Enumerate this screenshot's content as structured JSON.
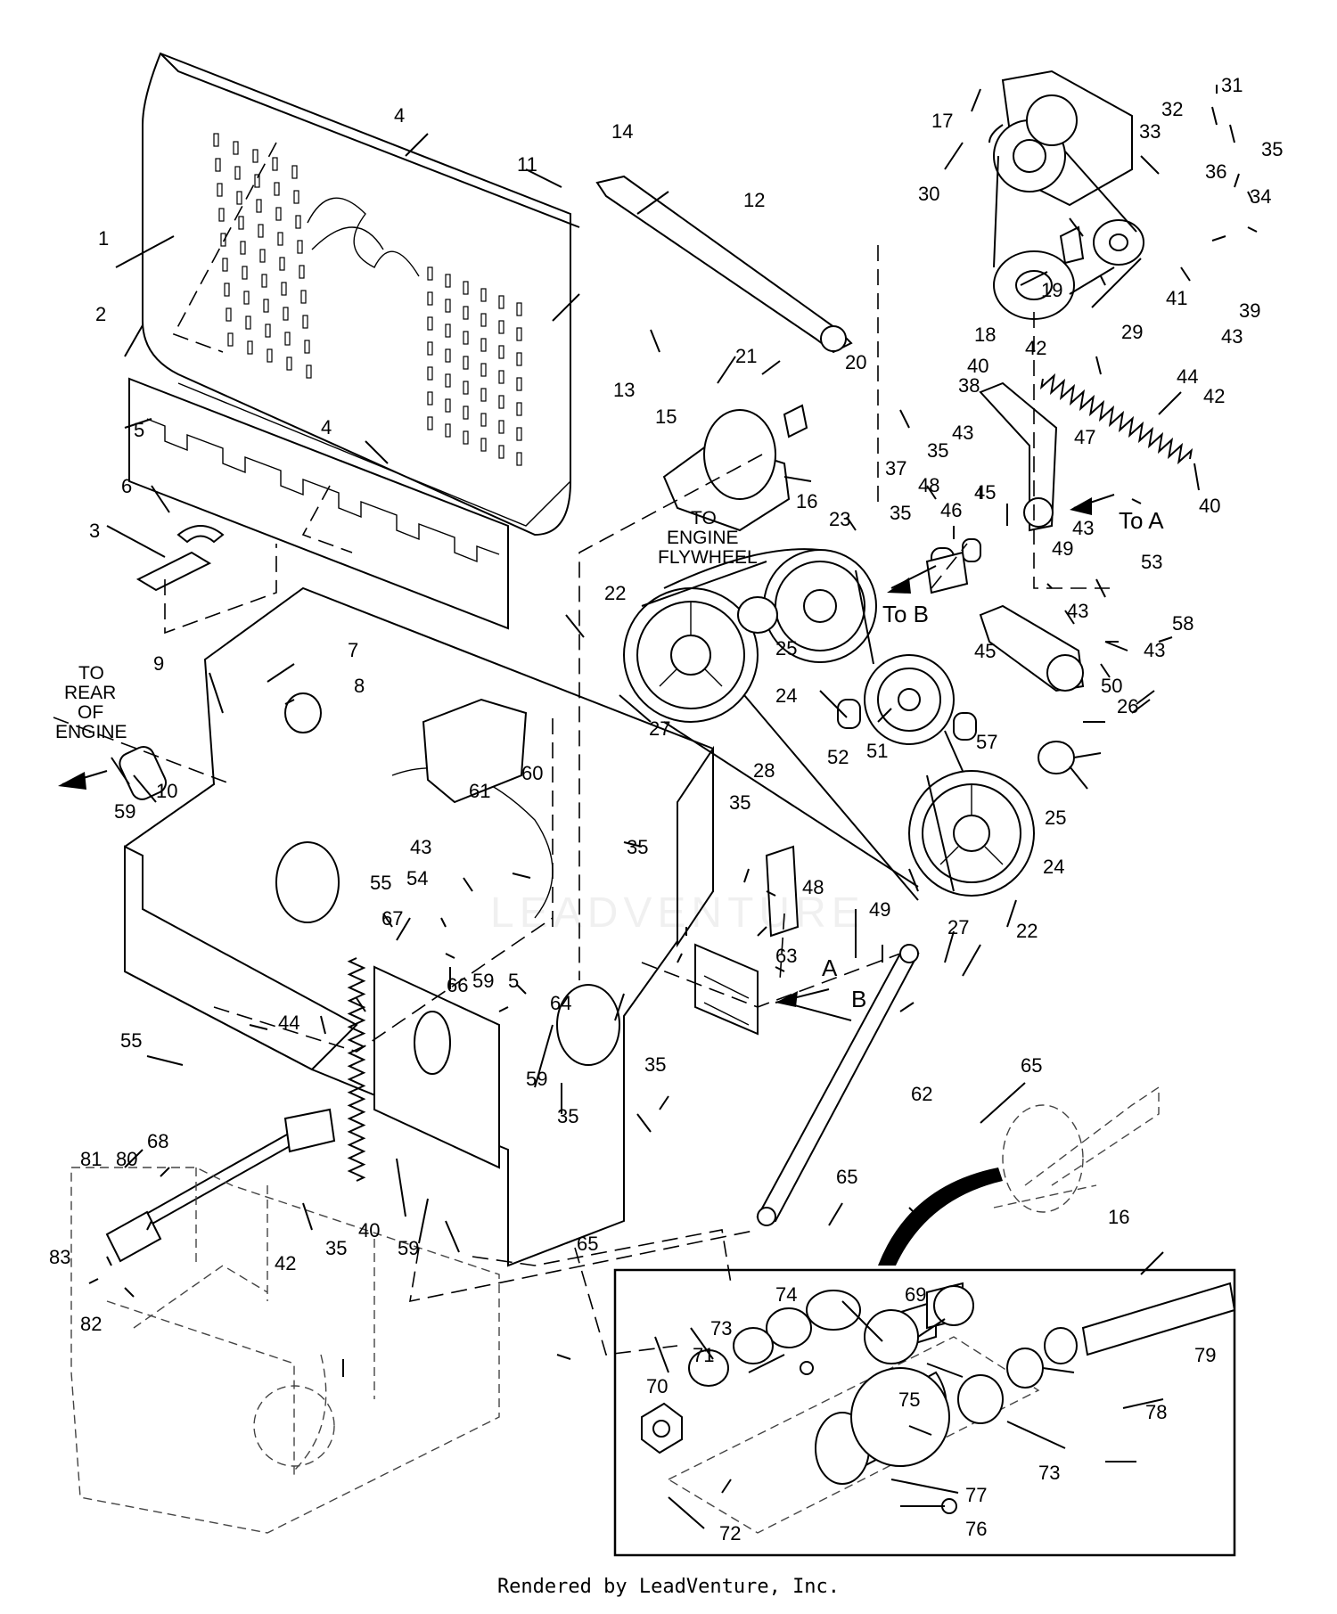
{
  "callouts": [
    {
      "id": "c1",
      "text": "1"
    },
    {
      "id": "c2",
      "text": "2"
    },
    {
      "id": "c3",
      "text": "3"
    },
    {
      "id": "c4a",
      "text": "4"
    },
    {
      "id": "c4b",
      "text": "4"
    },
    {
      "id": "c5a",
      "text": "5"
    },
    {
      "id": "c5b",
      "text": "5"
    },
    {
      "id": "c6",
      "text": "6"
    },
    {
      "id": "c7",
      "text": "7"
    },
    {
      "id": "c8",
      "text": "8"
    },
    {
      "id": "c9",
      "text": "9"
    },
    {
      "id": "c10",
      "text": "10"
    },
    {
      "id": "c11",
      "text": "11"
    },
    {
      "id": "c12",
      "text": "12"
    },
    {
      "id": "c13",
      "text": "13"
    },
    {
      "id": "c14",
      "text": "14"
    },
    {
      "id": "c15",
      "text": "15"
    },
    {
      "id": "c16a",
      "text": "16"
    },
    {
      "id": "c16b",
      "text": "16"
    },
    {
      "id": "c17",
      "text": "17"
    },
    {
      "id": "c18",
      "text": "18"
    },
    {
      "id": "c19",
      "text": "19"
    },
    {
      "id": "c20",
      "text": "20"
    },
    {
      "id": "c21",
      "text": "21"
    },
    {
      "id": "c22a",
      "text": "22"
    },
    {
      "id": "c22b",
      "text": "22"
    },
    {
      "id": "c23",
      "text": "23"
    },
    {
      "id": "c24a",
      "text": "24"
    },
    {
      "id": "c24b",
      "text": "24"
    },
    {
      "id": "c25a",
      "text": "25"
    },
    {
      "id": "c25b",
      "text": "25"
    },
    {
      "id": "c26",
      "text": "26"
    },
    {
      "id": "c27a",
      "text": "27"
    },
    {
      "id": "c27b",
      "text": "27"
    },
    {
      "id": "c28",
      "text": "28"
    },
    {
      "id": "c29",
      "text": "29"
    },
    {
      "id": "c30",
      "text": "30"
    },
    {
      "id": "c31",
      "text": "31"
    },
    {
      "id": "c32",
      "text": "32"
    },
    {
      "id": "c33",
      "text": "33"
    },
    {
      "id": "c34",
      "text": "34"
    },
    {
      "id": "c35a",
      "text": "35"
    },
    {
      "id": "c35b",
      "text": "35"
    },
    {
      "id": "c35c",
      "text": "35"
    },
    {
      "id": "c35d",
      "text": "35"
    },
    {
      "id": "c35e",
      "text": "35"
    },
    {
      "id": "c35f",
      "text": "35"
    },
    {
      "id": "c35g",
      "text": "35"
    },
    {
      "id": "c35h",
      "text": "35"
    },
    {
      "id": "c36",
      "text": "36"
    },
    {
      "id": "c37",
      "text": "37"
    },
    {
      "id": "c38",
      "text": "38"
    },
    {
      "id": "c39",
      "text": "39"
    },
    {
      "id": "c40a",
      "text": "40"
    },
    {
      "id": "c40b",
      "text": "40"
    },
    {
      "id": "c40c",
      "text": "40"
    },
    {
      "id": "c41",
      "text": "41"
    },
    {
      "id": "c42a",
      "text": "42"
    },
    {
      "id": "c42b",
      "text": "42"
    },
    {
      "id": "c42c",
      "text": "42"
    },
    {
      "id": "c43a",
      "text": "43"
    },
    {
      "id": "c43b",
      "text": "43"
    },
    {
      "id": "c43c",
      "text": "43"
    },
    {
      "id": "c43d",
      "text": "43"
    },
    {
      "id": "c43e",
      "text": "43"
    },
    {
      "id": "c43f",
      "text": "43"
    },
    {
      "id": "c44a",
      "text": "44"
    },
    {
      "id": "c44b",
      "text": "44"
    },
    {
      "id": "c45a",
      "text": "45"
    },
    {
      "id": "c45b",
      "text": "45"
    },
    {
      "id": "c46",
      "text": "46"
    },
    {
      "id": "c47",
      "text": "47"
    },
    {
      "id": "c48a",
      "text": "48"
    },
    {
      "id": "c48b",
      "text": "48"
    },
    {
      "id": "c49a",
      "text": "49"
    },
    {
      "id": "c49b",
      "text": "49"
    },
    {
      "id": "c50",
      "text": "50"
    },
    {
      "id": "c51",
      "text": "51"
    },
    {
      "id": "c52",
      "text": "52"
    },
    {
      "id": "c53",
      "text": "53"
    },
    {
      "id": "c54",
      "text": "54"
    },
    {
      "id": "c55a",
      "text": "55"
    },
    {
      "id": "c55b",
      "text": "55"
    },
    {
      "id": "c57",
      "text": "57"
    },
    {
      "id": "c58",
      "text": "58"
    },
    {
      "id": "c59a",
      "text": "59"
    },
    {
      "id": "c59b",
      "text": "59"
    },
    {
      "id": "c59c",
      "text": "59"
    },
    {
      "id": "c59d",
      "text": "59"
    },
    {
      "id": "c60",
      "text": "60"
    },
    {
      "id": "c61",
      "text": "61"
    },
    {
      "id": "c62",
      "text": "62"
    },
    {
      "id": "c63",
      "text": "63"
    },
    {
      "id": "c64",
      "text": "64"
    },
    {
      "id": "c65a",
      "text": "65"
    },
    {
      "id": "c65b",
      "text": "65"
    },
    {
      "id": "c65c",
      "text": "65"
    },
    {
      "id": "c66",
      "text": "66"
    },
    {
      "id": "c67",
      "text": "67"
    },
    {
      "id": "c68",
      "text": "68"
    },
    {
      "id": "c69",
      "text": "69"
    },
    {
      "id": "c70",
      "text": "70"
    },
    {
      "id": "c71",
      "text": "71"
    },
    {
      "id": "c72",
      "text": "72"
    },
    {
      "id": "c73a",
      "text": "73"
    },
    {
      "id": "c73b",
      "text": "73"
    },
    {
      "id": "c74",
      "text": "74"
    },
    {
      "id": "c75",
      "text": "75"
    },
    {
      "id": "c76",
      "text": "76"
    },
    {
      "id": "c77",
      "text": "77"
    },
    {
      "id": "c78",
      "text": "78"
    },
    {
      "id": "c79",
      "text": "79"
    },
    {
      "id": "c80",
      "text": "80"
    },
    {
      "id": "c81",
      "text": "81"
    },
    {
      "id": "c82",
      "text": "82"
    },
    {
      "id": "c83",
      "text": "83"
    }
  ],
  "notes": {
    "to_engine_flywheel": [
      "TO",
      "ENGINE",
      "FLYWHEEL"
    ],
    "to_rear_of_engine": [
      "TO",
      "REAR",
      "OF",
      "ENGINE"
    ],
    "to_a": "To A",
    "to_b": "To B",
    "ref_a": "A",
    "ref_b": "B"
  },
  "watermark": "LEADVENTURE",
  "footer": "Rendered by LeadVenture, Inc."
}
